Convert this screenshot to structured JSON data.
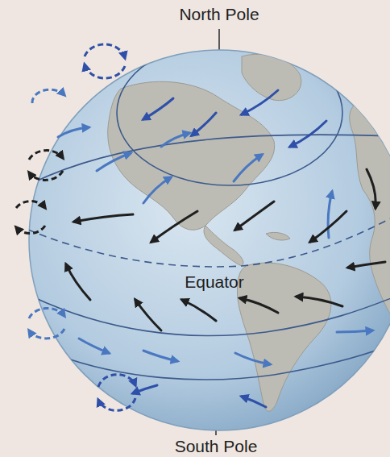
{
  "diagram": {
    "labels": [
      "North Pole",
      "Equator",
      "South Pole"
    ]
  }
}
